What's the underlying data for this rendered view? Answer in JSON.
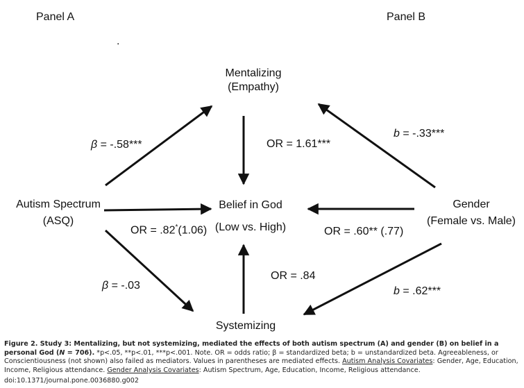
{
  "panels": {
    "a": "Panel A",
    "b": "Panel B"
  },
  "dot": ".",
  "nodes": {
    "mentalizing": {
      "line1": "Mentalizing",
      "line2": "(Empathy)"
    },
    "autism": {
      "line1": "Autism Spectrum",
      "line2": "(ASQ)"
    },
    "belief": {
      "line1": "Belief in God",
      "line2": "(Low vs. High)"
    },
    "gender": {
      "line1": "Gender",
      "line2": "(Female vs. Male)"
    },
    "systemizing": {
      "line1": "Systemizing"
    }
  },
  "labels": {
    "beta_ment": {
      "sym": "β",
      "rest": " = -.58***"
    },
    "or_ment": "OR = 1.61***",
    "b_gender_ment": {
      "sym": "b",
      "rest": " = -.33***"
    },
    "or_autism": {
      "pre": "OR = .82",
      "sup": "*",
      "post": "(1.06)"
    },
    "or_gender": "OR = .60** (.77)",
    "beta_sys": {
      "sym": "β",
      "rest": " = -.03"
    },
    "or_sys": "OR = .84",
    "b_gender_sys": {
      "sym": "b",
      "rest": " = .62***"
    }
  },
  "caption": {
    "fig": "Figure 2.",
    "title": " Study 3: Mentalizing, but not systemizing, mediated the effects of both autism spectrum (A) and gender (B) on belief in a personal God (",
    "n": "N",
    "n_value": " = 706).",
    "stats": " *p<.05, **p<.01, ***p<.001. Note. OR = odds ratio; β = standardized beta; b = unstandardized beta. Agreeableness, or Conscientiousness (not shown) also failed as mediators. Values in parentheses are mediated effects. ",
    "autism_cov_label": "Autism Analysis Covariates",
    "autism_cov_text": ": Gender, Age, Education, Income, Religious attendance. ",
    "gender_cov_label": "Gender Analysis Covariates",
    "gender_cov_text": ": Autism Spectrum, Age, Education, Income, Religious attendance."
  },
  "doi": "doi:10.1371/journal.pone.0036880.g002"
}
